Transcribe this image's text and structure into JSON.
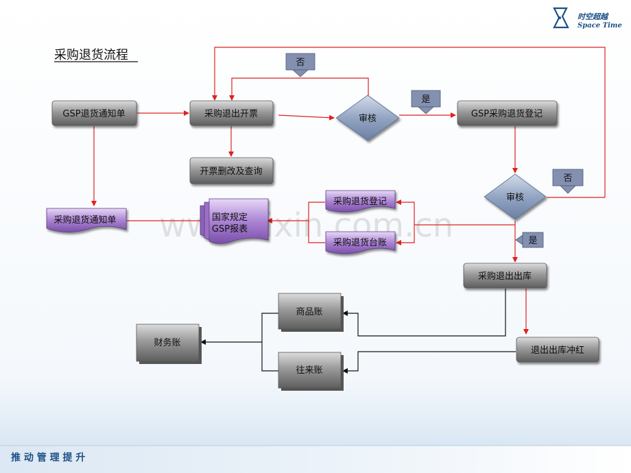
{
  "title": "采购退货流程",
  "brand": {
    "cn": "时空超越",
    "en": "Space Time"
  },
  "footer": "推 动 管 理 提 升",
  "watermark": "www.zixin.com.cn",
  "colors": {
    "arrow_red": "#e02020",
    "arrow_black": "#111111",
    "box_gray": "#8a8a8a",
    "box_purple": "#a77fce",
    "diamond": "#8fa1bf",
    "tag": "#7986a8"
  },
  "nodes": {
    "gsp_notice": "GSP退货通知单",
    "purchase_exit_invoice": "采购退出开票",
    "audit1": "审核",
    "gsp_register": "GSP采购退货登记",
    "invoice_edit_query": "开票删改及查询",
    "audit2": "审核",
    "return_notice": "采购退货通知单",
    "gsp_report_line1": "国家规定",
    "gsp_report_line2": "GSP报表",
    "return_register": "采购退货登记",
    "return_ledger": "采购退货台账",
    "purchase_exit_store": "采购退出出库",
    "goods_account": "商品账",
    "finance_account": "财务账",
    "current_account": "往来账",
    "exit_reverse": "退出出库冲红"
  },
  "tags": {
    "no1": "否",
    "yes1": "是",
    "no2": "否",
    "yes2": "是"
  }
}
